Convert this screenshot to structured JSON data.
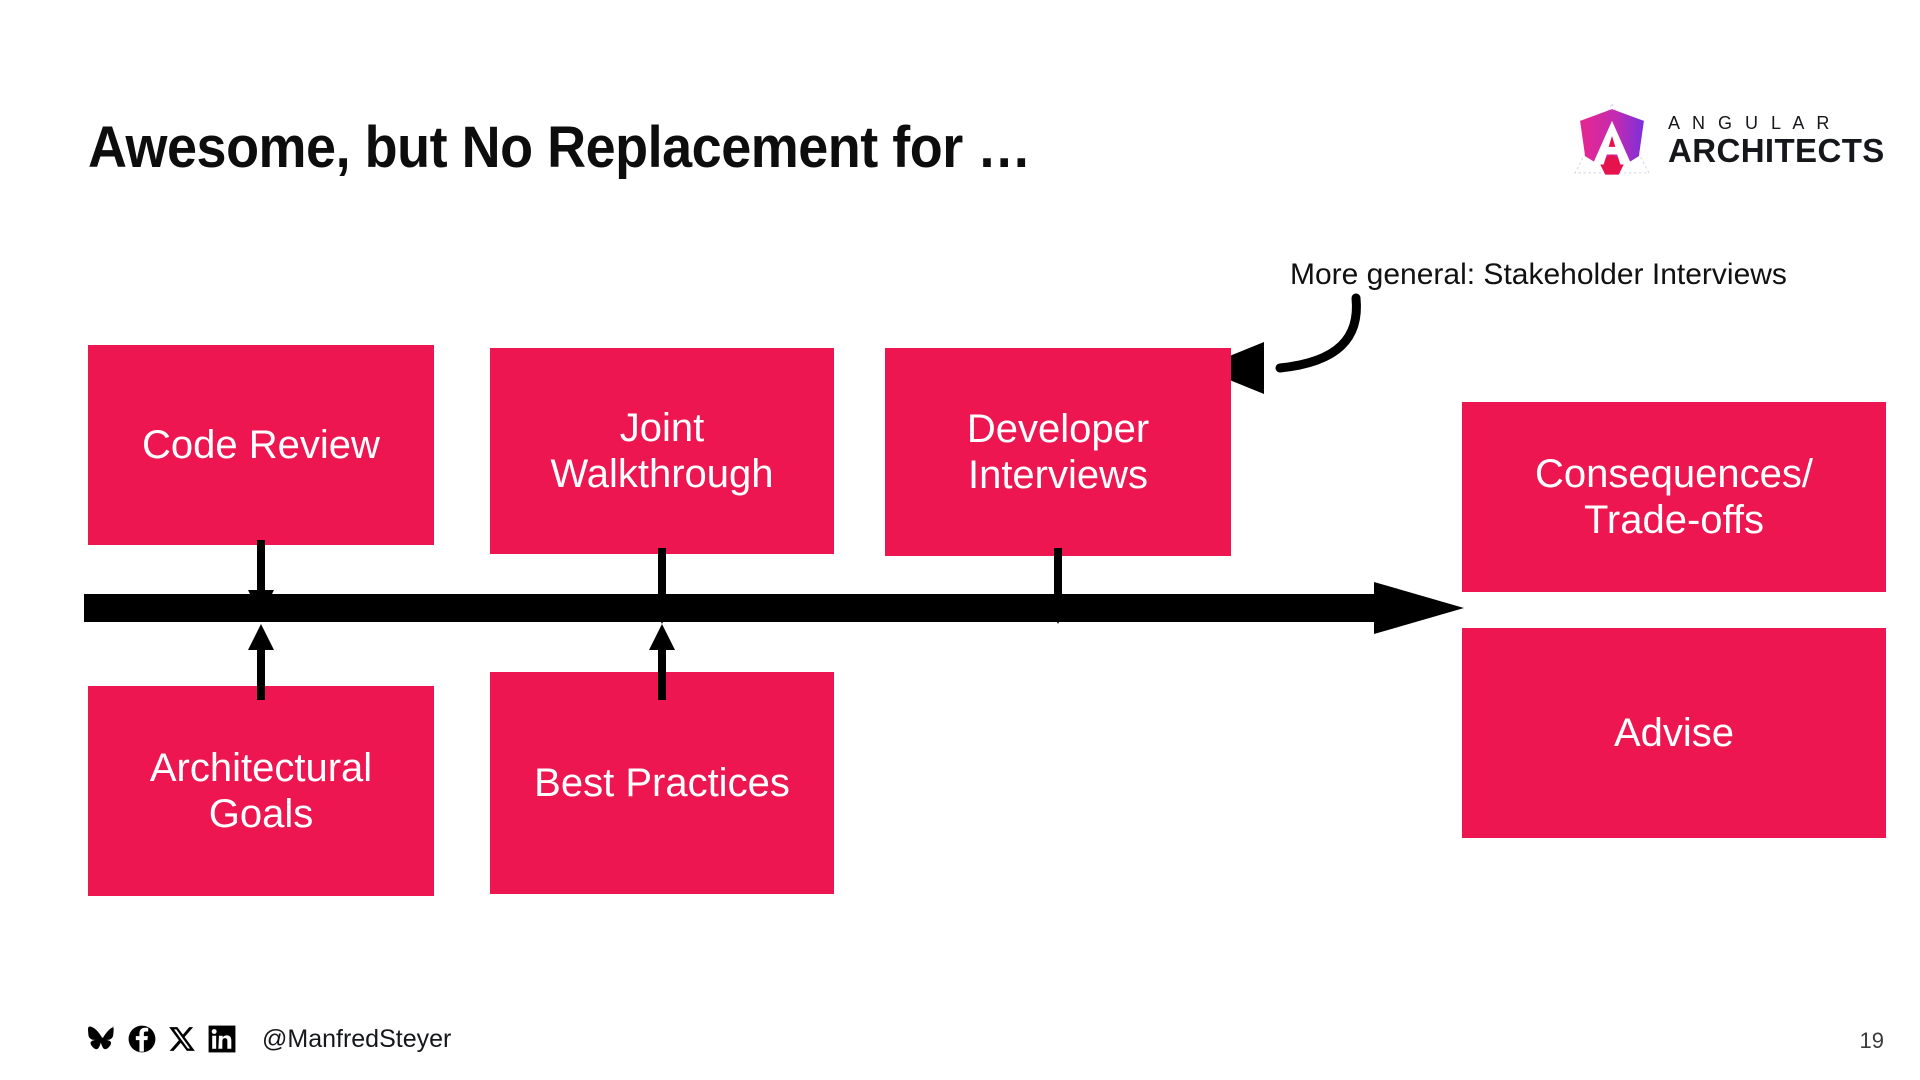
{
  "slide": {
    "title": "Awesome, but No Replacement for …",
    "page_number": "19",
    "background_color": "#FFFFFF",
    "accent_color": "#ED1651"
  },
  "logo": {
    "line1": "A N G U L A R",
    "line2": "ARCHITECTS",
    "mark_name": "angular-shield-logo",
    "gradient_from": "#E8268F",
    "gradient_to": "#7B2FDB",
    "mark_accent": "#E5124E"
  },
  "annotation": {
    "text": "More general: Stakeholder Interviews",
    "arrow_name": "curved-arrow-to-developer-interviews"
  },
  "boxes": {
    "top": [
      {
        "id": "code-review",
        "label": "Code Review"
      },
      {
        "id": "joint-walkthrough",
        "label": "Joint\nWalkthrough"
      },
      {
        "id": "developer-interviews",
        "label": "Developer\nInterviews"
      }
    ],
    "bottom": [
      {
        "id": "architectural-goals",
        "label": "Architectural\nGoals"
      },
      {
        "id": "best-practices",
        "label": "Best Practices"
      }
    ],
    "right": [
      {
        "id": "consequences-trade-offs",
        "label": "Consequences/\nTrade-offs"
      },
      {
        "id": "advise",
        "label": "Advise"
      }
    ]
  },
  "timeline": {
    "name": "main-timeline-arrow",
    "direction": "right",
    "color": "#000000"
  },
  "connectors": [
    {
      "id": "code-review-down",
      "direction": "down"
    },
    {
      "id": "joint-walkthrough-down",
      "direction": "down"
    },
    {
      "id": "developer-interviews-down",
      "direction": "down"
    },
    {
      "id": "architectural-goals-up",
      "direction": "up"
    },
    {
      "id": "best-practices-up",
      "direction": "up"
    }
  ],
  "footer": {
    "handle": "@ManfredSteyer",
    "icons": [
      {
        "name": "bluesky-icon"
      },
      {
        "name": "facebook-icon"
      },
      {
        "name": "x-twitter-icon"
      },
      {
        "name": "linkedin-icon"
      }
    ]
  }
}
